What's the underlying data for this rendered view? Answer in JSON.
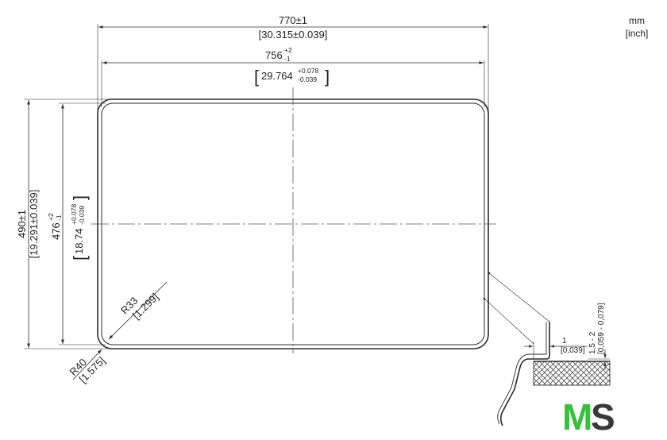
{
  "units": {
    "primary": "mm",
    "secondary": "[inch]"
  },
  "dimensions": {
    "outer_width": {
      "mm": "770±1",
      "inch": "[30.315±0.039]"
    },
    "inner_width": {
      "mm_base": "756",
      "mm_tol_upper": "+2",
      "mm_tol_lower": "-1",
      "inch_base": "29.764",
      "inch_tol_upper": "+0.078",
      "inch_tol_lower": "-0.039"
    },
    "outer_height": {
      "mm": "490±1",
      "inch": "[19.291±0.039]"
    },
    "inner_height": {
      "mm_base": "476",
      "mm_tol_upper": "+2",
      "mm_tol_lower": "-1",
      "inch_base": "18.74",
      "inch_tol_upper": "+0.078",
      "inch_tol_lower": "-0.039"
    },
    "inner_radius": {
      "mm": "R33",
      "inch": "[1.299]"
    },
    "outer_radius": {
      "mm": "R40",
      "inch": "[1.575]"
    }
  },
  "detail": {
    "rim_width": {
      "mm": "1",
      "inch": "[0,039]"
    },
    "depth": {
      "mm": "1,5 - 2",
      "inch": "[0,059 - 0,079]"
    }
  },
  "logo": {
    "text": "MS",
    "color_m": "#35c13a",
    "color_s": "#3a3a3a"
  }
}
